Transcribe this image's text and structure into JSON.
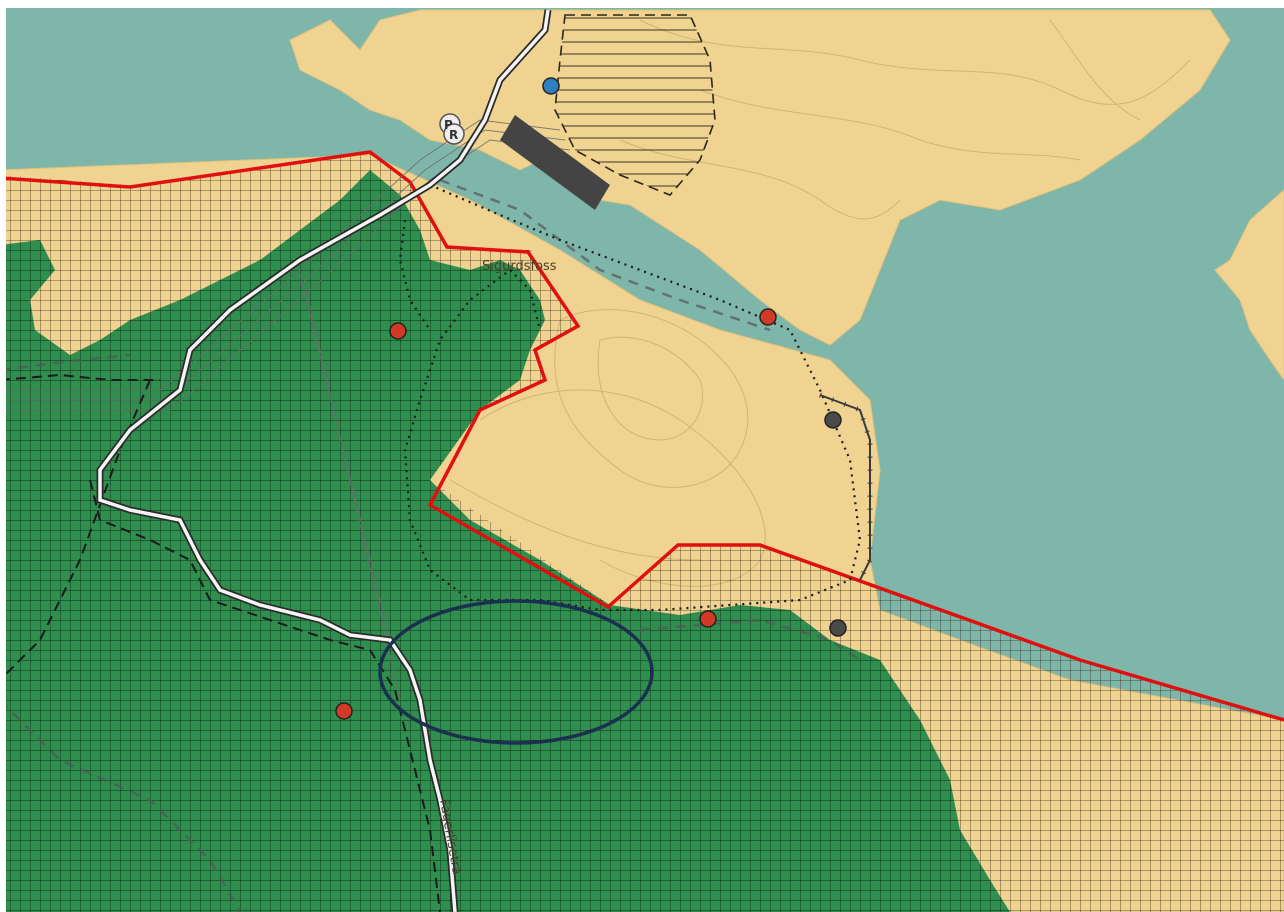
{
  "map": {
    "place_label": "Sigurdsfoss",
    "road_label": "Fagerlisetra",
    "parking_labels": [
      "P",
      "R"
    ],
    "colors": {
      "water": "#7fb6aa",
      "land": "#f0d391",
      "forest": "#2f8f4e",
      "zone_border": "#e01010",
      "highlight_ellipse": "#1b3050",
      "poi_red": "#d33a26",
      "poi_blue": "#2f7fc1",
      "poi_dark": "#4a4a4a",
      "building": "#444444"
    },
    "icons": [
      "parking-icon",
      "poi-marker-red",
      "poi-marker-blue",
      "poi-marker-dark"
    ]
  }
}
